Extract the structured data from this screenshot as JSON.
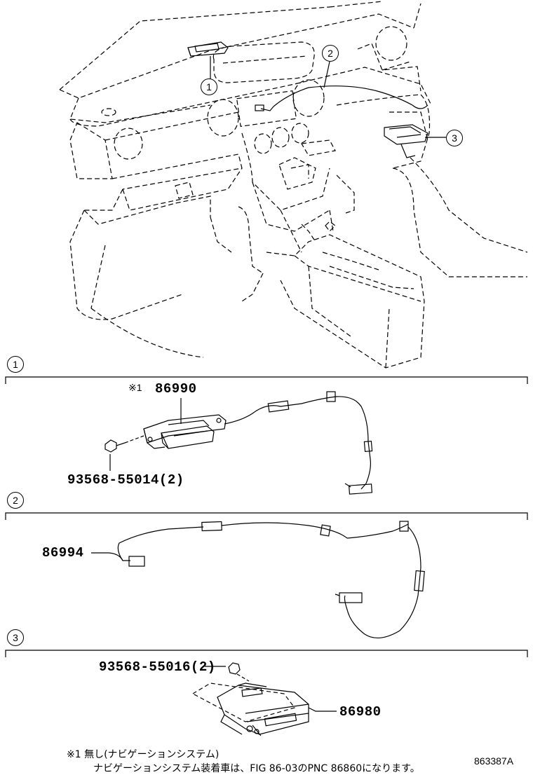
{
  "callouts": {
    "overview": [
      "1",
      "2",
      "3"
    ],
    "section_1": "1",
    "section_2": "2",
    "section_3": "3"
  },
  "section_1": {
    "part_main": "86990",
    "part_main_mark": "※1",
    "part_bolt": "93568-55014(2)"
  },
  "section_2": {
    "part_main": "86994"
  },
  "section_3": {
    "part_bolt": "93568-55016(2)",
    "part_main": "86980"
  },
  "footnote": {
    "line1": "※1 無し(ナビゲーションシステム)",
    "line2": "ナビゲーションシステム装着車は、FIG 86-03のPNC 86860になります。"
  },
  "figure_code": "863387A"
}
